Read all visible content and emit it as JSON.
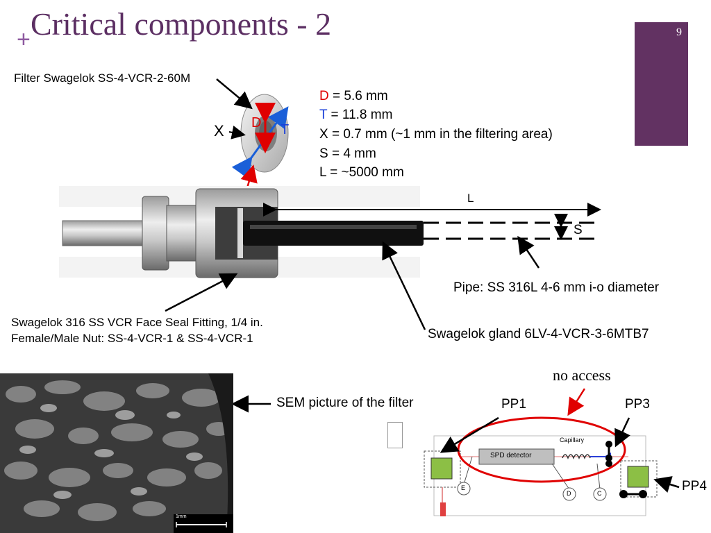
{
  "slide": {
    "title": "Critical components - 2",
    "page_number": "9",
    "accent_color": "#623262"
  },
  "labels": {
    "filter": "Filter Swagelok SS-4-VCR-2-60M",
    "fitting_line1": "Swagelok 316 SS VCR Face Seal Fitting, 1/4 in.",
    "fitting_line2": "Female/Male Nut: SS-4-VCR-1 & SS-4-VCR-1",
    "gland": "Swagelok gland 6LV-4-VCR-3-6MTB7",
    "pipe": "Pipe: SS 316L 4-6 mm i-o diameter",
    "sem": "SEM picture of the filter",
    "no_access": "no access"
  },
  "figure_letters": {
    "X": "X",
    "D": "D",
    "T": "T",
    "L": "L",
    "S": "S"
  },
  "specs": {
    "D_key": "D",
    "D_val": " =  5.6  mm",
    "T_key": "T",
    "T_val": " = 11.8  mm",
    "X_line": "X = 0.7 mm (~1 mm in the filtering area)",
    "S_line": "S = 4 mm",
    "L_line": "L = ~5000 mm"
  },
  "diagram": {
    "pp1": "PP1",
    "pp3": "PP3",
    "pp4": "PP4",
    "spd": "SPD detector",
    "capillary": "Capillary",
    "e": "E",
    "d": "D",
    "c": "C"
  },
  "sem_scale": "1mm"
}
